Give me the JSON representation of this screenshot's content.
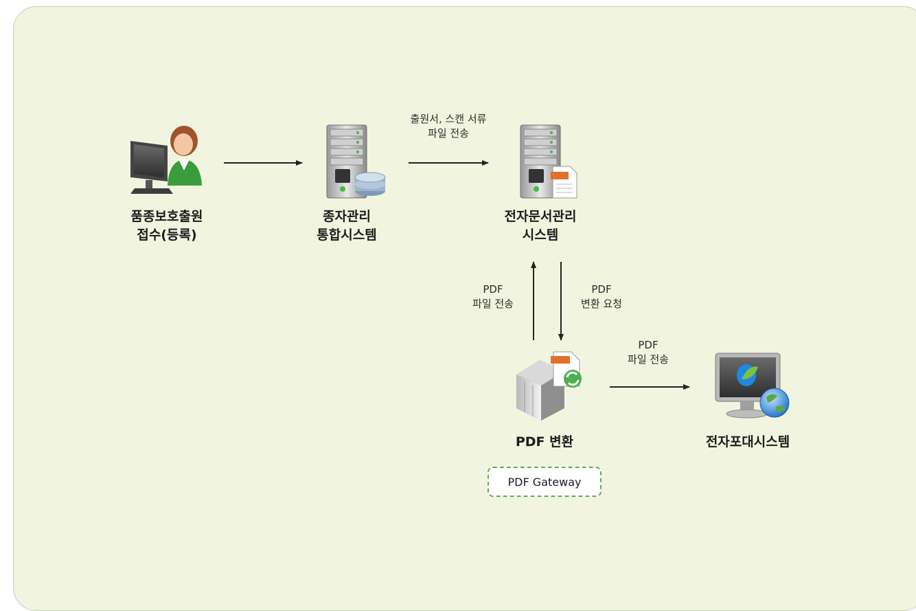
{
  "nodes": {
    "applicant": {
      "line1": "품종보호출원",
      "line2": "접수(등록)",
      "icon": "user-computer-icon"
    },
    "seed_system": {
      "line1": "종자관리",
      "line2": "통합시스템",
      "icon": "server-database-icon"
    },
    "edms": {
      "line1": "전자문서관리",
      "line2": "시스템",
      "icon": "server-pdf-icon"
    },
    "pdf_convert": {
      "line1": "PDF 변환",
      "icon": "pdf-converter-icon"
    },
    "portal": {
      "line1": "전자포대시스템",
      "icon": "monitor-globe-icon"
    }
  },
  "edges": {
    "to_edms": {
      "line1": "출원서, 스캔 서류",
      "line2": "파일 전송"
    },
    "pdf_upload": {
      "line1": "PDF",
      "line2": "파일 전송"
    },
    "pdf_request": {
      "line1": "PDF",
      "line2": "변환 요청"
    },
    "to_portal": {
      "line1": "PDF",
      "line2": "파일 전송"
    }
  },
  "gateway": {
    "label": "PDF Gateway"
  },
  "colors": {
    "background": "#f1f5df",
    "gateway_border": "#6aa84f",
    "arrow": "#222222"
  }
}
